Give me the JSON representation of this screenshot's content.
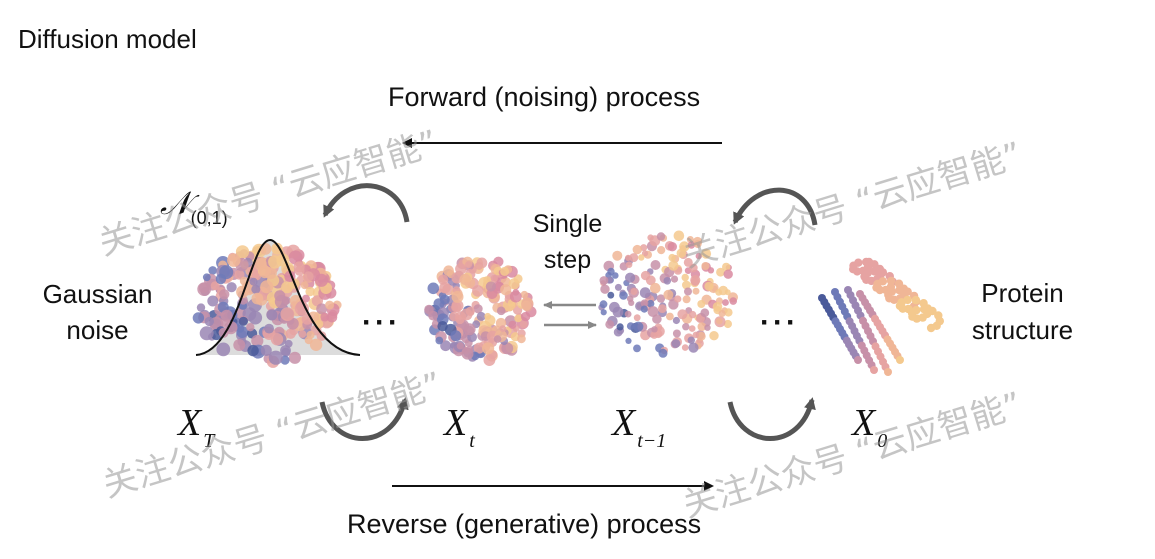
{
  "title": "Diffusion model",
  "forward_label": "Forward (noising) process",
  "reverse_label": "Reverse (generative) process",
  "left_label": "Gaussian noise",
  "right_label": "Protein structure",
  "single_step_label": "Single step",
  "normal_symbol": "𝒩",
  "normal_params": "(0,1)",
  "ellipsis": "···",
  "states": {
    "xT": {
      "base": "X",
      "sub": "T"
    },
    "xt": {
      "base": "X",
      "sub": "t"
    },
    "xt1": {
      "base": "X",
      "sub": "t−1"
    },
    "x0": {
      "base": "X",
      "sub": "0"
    }
  },
  "watermark": "关注公众号 “云应智能”",
  "colors": {
    "arrow": "#111111",
    "curve_arrow": "#555555",
    "step_arrow": "#888888",
    "gaussian_fill": "#dcdcdc",
    "watermark": "#969696",
    "palette": [
      "#4a5a9a",
      "#6e7ab8",
      "#9a86b4",
      "#c790a8",
      "#e6a3a2",
      "#f0b696",
      "#f4c98e",
      "#d98aa0"
    ]
  }
}
